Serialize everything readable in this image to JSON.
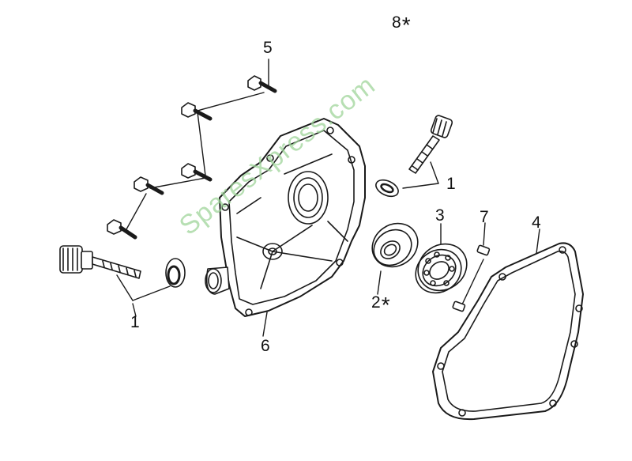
{
  "callouts": {
    "c8": {
      "num": "8",
      "mark": "*"
    },
    "c5": {
      "num": "5",
      "mark": ""
    },
    "c1a": {
      "num": "1",
      "mark": ""
    },
    "c1b": {
      "num": "1",
      "mark": ""
    },
    "c3": {
      "num": "3",
      "mark": ""
    },
    "c7": {
      "num": "7",
      "mark": ""
    },
    "c4": {
      "num": "4",
      "mark": ""
    },
    "c2": {
      "num": "2",
      "mark": "*"
    },
    "c6": {
      "num": "6",
      "mark": ""
    }
  },
  "watermark": "SparesXpress.com",
  "colors": {
    "line": "#1a1a1a",
    "fill": "#ffffff",
    "watermark": "#9fd59a"
  }
}
